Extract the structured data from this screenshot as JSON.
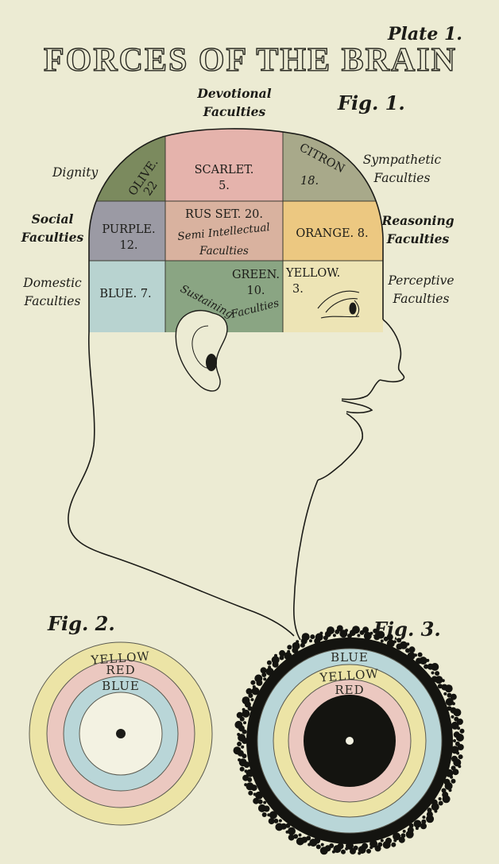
{
  "plate": "Plate 1.",
  "title": "FORCES OF THE BRAIN",
  "fig1_label": "Fig. 1.",
  "fig2_label": "Fig. 2.",
  "fig3_label": "Fig. 3.",
  "side_labels": {
    "devotional_1": "Devotional",
    "devotional_2": "Faculties",
    "dignity": "Dignity",
    "sympathetic_1": "Sympathetic",
    "sympathetic_2": "Faculties",
    "social_1": "Social",
    "social_2": "Faculties",
    "reasoning_1": "Reasoning",
    "reasoning_2": "Faculties",
    "domestic_1": "Domestic",
    "domestic_2": "Faculties",
    "perceptive_1": "Perceptive",
    "perceptive_2": "Faculties"
  },
  "regions": {
    "olive": {
      "name": "OLIVE.",
      "num": "22",
      "color": "#7b8a5e"
    },
    "scarlet": {
      "name": "SCARLET.",
      "num": "5.",
      "color": "#e5b3ac"
    },
    "citron": {
      "name": "CITRON",
      "num": "18.",
      "color": "#a8a98a"
    },
    "purple": {
      "name": "PURPLE.",
      "num": "12.",
      "color": "#9b9aa4"
    },
    "russet": {
      "name": "RUS SET. 20.",
      "sub1": "Semi Intellectual",
      "sub2": "Faculties",
      "color": "#d9b29f"
    },
    "orange": {
      "name": "ORANGE. 8.",
      "color": "#ecc881"
    },
    "blue": {
      "name": "BLUE. 7.",
      "color": "#b8d3d0"
    },
    "green": {
      "name": "GREEN.",
      "num": "10.",
      "sub1": "Sustaining",
      "sub2": "Faculties",
      "color": "#8aa583"
    },
    "yellow": {
      "name": "YELLOW.",
      "num": "3.",
      "color": "#ede4b5"
    }
  },
  "fig2_rings": [
    "YELLOW",
    "RED",
    "BLUE"
  ],
  "fig3_rings": [
    "BLUE",
    "YELLOW",
    "RED"
  ],
  "colors": {
    "background": "#ecebd3",
    "ring_yellow": "#ece4a6",
    "ring_red": "#ebc8c0",
    "ring_blue": "#b9d6d8",
    "ink": "#1c1c18"
  }
}
